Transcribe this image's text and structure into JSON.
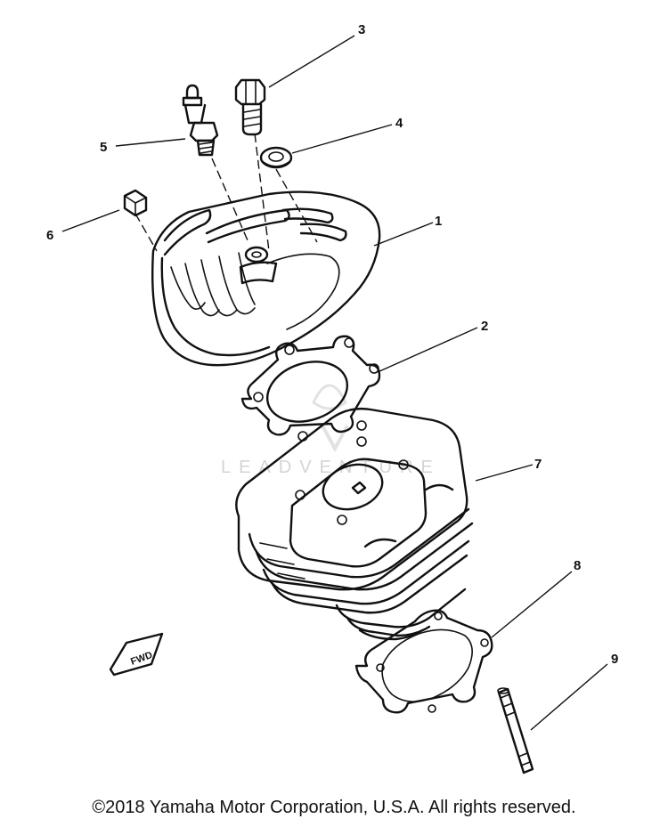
{
  "diagram": {
    "callouts": [
      {
        "id": "1",
        "label": "1"
      },
      {
        "id": "2",
        "label": "2"
      },
      {
        "id": "3",
        "label": "3"
      },
      {
        "id": "4",
        "label": "4"
      },
      {
        "id": "5",
        "label": "5"
      },
      {
        "id": "6",
        "label": "6"
      },
      {
        "id": "7",
        "label": "7"
      },
      {
        "id": "8",
        "label": "8"
      },
      {
        "id": "9",
        "label": "9"
      }
    ],
    "fwd_label": "FWD",
    "watermark": "LEADVENTURE"
  },
  "footer": {
    "copyright": "©2018 Yamaha Motor Corporation, U.S.A. All rights reserved."
  },
  "colors": {
    "line": "#111111",
    "background": "#ffffff",
    "watermark": "#d4d4d4"
  }
}
